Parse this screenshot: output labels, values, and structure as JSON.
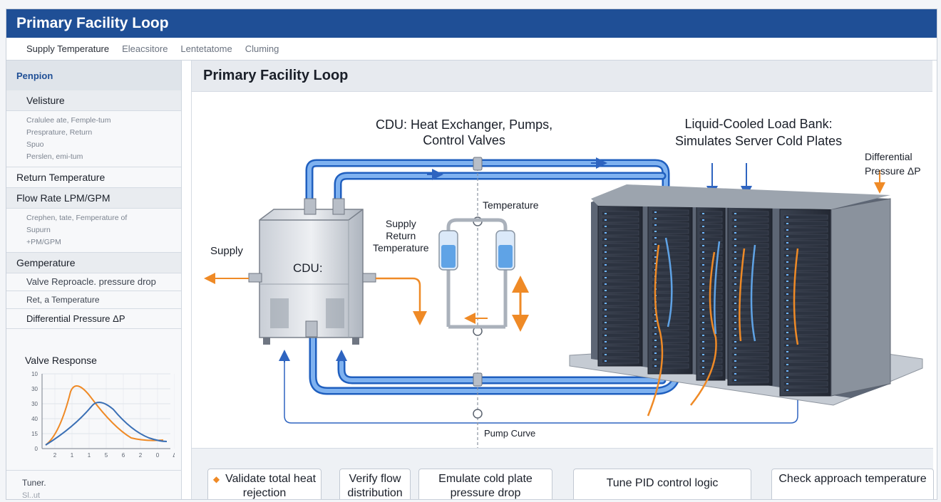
{
  "window": {
    "title": "Primary Facility Loop"
  },
  "tabs": [
    {
      "label": "Supply Temperature"
    },
    {
      "label": "Eleacsitore"
    },
    {
      "label": "Lentetatome"
    },
    {
      "label": "Cluming"
    }
  ],
  "sidebar": {
    "header": "Penpion",
    "items": [
      {
        "label": "Velisture"
      },
      {
        "label": "Return Temperature"
      },
      {
        "label": "Flow Rate LPM/GPM"
      },
      {
        "label": "Gemperature"
      },
      {
        "label": "Valve Reproacle. pressure drop"
      },
      {
        "label": "Ret, a Temperature"
      },
      {
        "label": "Differential Pressure ΔP"
      }
    ],
    "faded_block_1": [
      "Cralulee ate, Femple-tum",
      "Presprature, Return",
      "Spuo",
      "Perslen, emi-tum"
    ],
    "faded_block_2": [
      "Crephen, tate, Femperature of",
      "Supurn",
      "+PM/GPM"
    ],
    "footer": {
      "label": "Tuner.",
      "sub": "Sl..ut"
    }
  },
  "mini_chart": {
    "title": "Valve Response",
    "ytick_labels": [
      "10",
      "30",
      "30",
      "40",
      "15",
      "0"
    ],
    "xtick_labels": [
      "2",
      "1",
      "1",
      "5",
      "6",
      "2",
      "0",
      "Δ"
    ],
    "colors": {
      "orange": "#ef8a26",
      "blue": "#3a6fb5"
    }
  },
  "main": {
    "title": "Primary Facility Loop",
    "labels": {
      "cdu_title": "CDU: Heat Exchanger, Pumps,\nControl Valves",
      "load_title": "Liquid-Cooled Load Bank:\nSimulates Server Cold Plates",
      "diff_pressure": "Differential\nPressure ΔP",
      "temperature": "Temperature",
      "supply_return": "Supply\nReturn\nTemperature",
      "supply": "Supply",
      "cdu": "CDU:",
      "pump_curve": "Pump Curve"
    }
  },
  "actions": [
    {
      "label": "Validate total heat rejection"
    },
    {
      "label": "Verify flow distribution"
    },
    {
      "label": "Emulate cold plate pressure drop"
    },
    {
      "label": "Tune PID control logic"
    },
    {
      "label": "Check approach temperature"
    }
  ],
  "colors": {
    "titlebar": "#1f4f96",
    "pipe": "#3b7dd8",
    "accent": "#ef8a26"
  }
}
